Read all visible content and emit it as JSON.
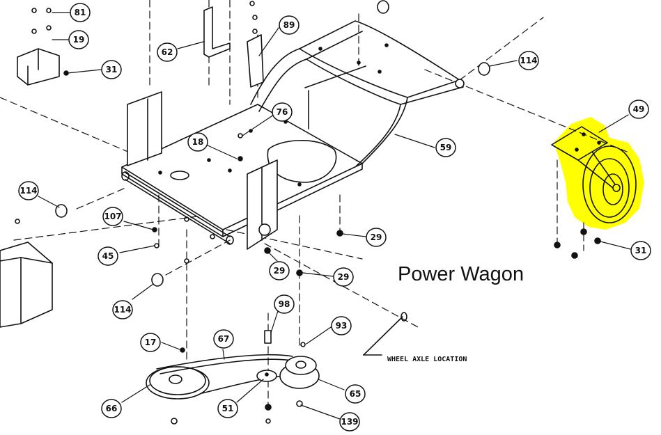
{
  "title": "Power Wagon",
  "wheel_axle_label": "WHEEL AXLE LOCATION",
  "highlight_color": "#ffff00",
  "ink_color": "#111111",
  "callouts": [
    "81",
    "19",
    "31",
    "62",
    "89",
    "114",
    "49",
    "76",
    "18",
    "59",
    "114",
    "107",
    "45",
    "29",
    "29",
    "29",
    "114",
    "98",
    "93",
    "17",
    "67",
    "66",
    "51",
    "65",
    "139",
    "31"
  ]
}
